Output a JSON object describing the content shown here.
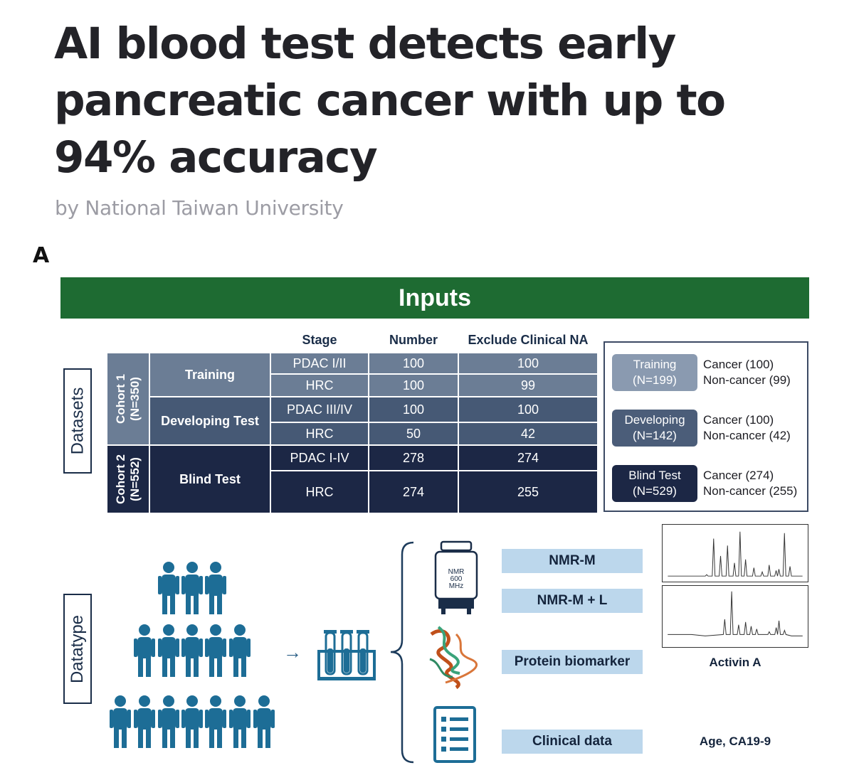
{
  "article": {
    "title": "AI blood test detects early pancreatic cancer with up to 94% accuracy",
    "byline": "by National Taiwan University"
  },
  "figure": {
    "panel_letter": "A",
    "inputs_title": "Inputs",
    "side_labels": {
      "datasets": "Datasets",
      "datatype": "Datatype"
    },
    "columns": {
      "stage": "Stage",
      "number": "Number",
      "exclude": "Exclude Clinical NA"
    },
    "cohorts": [
      {
        "name": "Cohort 1",
        "n": "(N=350)"
      },
      {
        "name": "Cohort 2",
        "n": "(N=552)"
      }
    ],
    "groups": [
      "Training",
      "Developing Test",
      "Blind Test"
    ],
    "rows": [
      {
        "stage": "PDAC I/II",
        "number": "100",
        "exclude": "100"
      },
      {
        "stage": "HRC",
        "number": "100",
        "exclude": "99"
      },
      {
        "stage": "PDAC III/IV",
        "number": "100",
        "exclude": "100"
      },
      {
        "stage": "HRC",
        "number": "50",
        "exclude": "42"
      },
      {
        "stage": "PDAC I-IV",
        "number": "278",
        "exclude": "274"
      },
      {
        "stage": "HRC",
        "number": "274",
        "exclude": "255"
      }
    ],
    "legend": [
      {
        "name": "Training",
        "n": "(N=199)",
        "cancer": "Cancer (100)",
        "noncancer": "Non-cancer (99)",
        "color": "#8a9ab0"
      },
      {
        "name": "Developing",
        "n": "(N=142)",
        "cancer": "Cancer (100)",
        "noncancer": "Non-cancer (42)",
        "color": "#4b5d79"
      },
      {
        "name": "Blind Test",
        "n": "(N=529)",
        "cancer": "Cancer (274)",
        "noncancer": "Non-cancer (255)",
        "color": "#1c2745"
      }
    ],
    "nmr_icon_text": [
      "NMR",
      "600",
      "MHz"
    ],
    "datatypes": [
      {
        "label": "NMR-M",
        "value": ""
      },
      {
        "label": "NMR-M + L",
        "value": ""
      },
      {
        "label": "Protein biomarker",
        "value": "Activin A"
      },
      {
        "label": "Clinical data",
        "value": "Age, CA19-9"
      }
    ],
    "colors": {
      "inputs_bar": "#1e6b32",
      "icon_blue": "#1d6d96",
      "label_bg": "#bcd7ec"
    }
  }
}
